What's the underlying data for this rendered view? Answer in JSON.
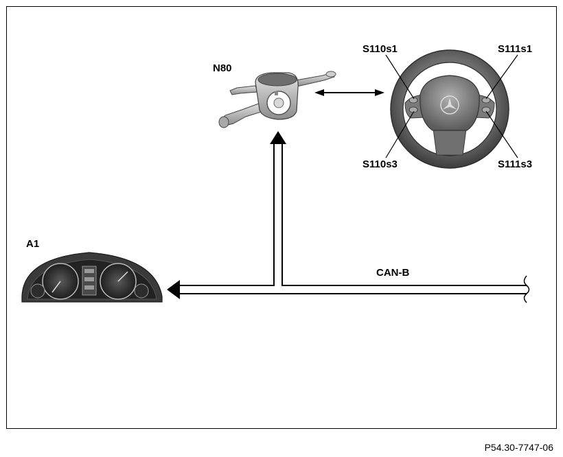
{
  "labels": {
    "n80": "N80",
    "a1": "A1",
    "can_b": "CAN-B",
    "s110s1": "S110s1",
    "s111s1": "S111s1",
    "s110s3": "S110s3",
    "s111s3": "S111s3"
  },
  "reference_code": "P54.30-7747-06",
  "colors": {
    "line": "#000000",
    "wheel_dark": "#4a4a4a",
    "wheel_mid": "#8a8a8a",
    "metal_light": "#c8c8c8",
    "cluster_dark": "#2a2a2a"
  }
}
